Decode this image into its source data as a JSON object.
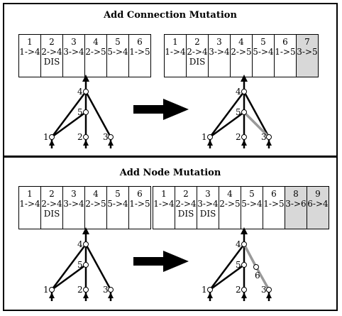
{
  "panels": [
    {
      "title": "Add Connection Mutation",
      "before_genes": [
        {
          "innov": "1",
          "conn": "1->4",
          "dis": ""
        },
        {
          "innov": "2",
          "conn": "2->4",
          "dis": "DIS"
        },
        {
          "innov": "3",
          "conn": "3->4",
          "dis": ""
        },
        {
          "innov": "4",
          "conn": "2->5",
          "dis": ""
        },
        {
          "innov": "5",
          "conn": "5->4",
          "dis": ""
        },
        {
          "innov": "6",
          "conn": "1->5",
          "dis": ""
        }
      ],
      "after_genes": [
        {
          "innov": "1",
          "conn": "1->4",
          "dis": ""
        },
        {
          "innov": "2",
          "conn": "2->4",
          "dis": "DIS"
        },
        {
          "innov": "3",
          "conn": "3->4",
          "dis": ""
        },
        {
          "innov": "4",
          "conn": "2->5",
          "dis": ""
        },
        {
          "innov": "5",
          "conn": "5->4",
          "dis": ""
        },
        {
          "innov": "6",
          "conn": "1->5",
          "dis": ""
        },
        {
          "innov": "7",
          "conn": "3->5",
          "dis": "",
          "new": true
        }
      ]
    },
    {
      "title": "Add Node Mutation",
      "before_genes": [
        {
          "innov": "1",
          "conn": "1->4",
          "dis": ""
        },
        {
          "innov": "2",
          "conn": "2->4",
          "dis": "DIS"
        },
        {
          "innov": "3",
          "conn": "3->4",
          "dis": ""
        },
        {
          "innov": "4",
          "conn": "2->5",
          "dis": ""
        },
        {
          "innov": "5",
          "conn": "5->4",
          "dis": ""
        },
        {
          "innov": "6",
          "conn": "1->5",
          "dis": ""
        }
      ],
      "after_genes": [
        {
          "innov": "1",
          "conn": "1->4",
          "dis": ""
        },
        {
          "innov": "2",
          "conn": "2->4",
          "dis": "DIS"
        },
        {
          "innov": "3",
          "conn": "3->4",
          "dis": "DIS"
        },
        {
          "innov": "4",
          "conn": "2->5",
          "dis": ""
        },
        {
          "innov": "5",
          "conn": "5->4",
          "dis": ""
        },
        {
          "innov": "6",
          "conn": "1->5",
          "dis": ""
        },
        {
          "innov": "8",
          "conn": "3->6",
          "dis": "",
          "new": true
        },
        {
          "innov": "9",
          "conn": "6->4",
          "dis": "",
          "new": true
        }
      ]
    }
  ],
  "node_labels": {
    "n1": "1",
    "n2": "2",
    "n3": "3",
    "n4": "4",
    "n5": "5",
    "n6": "6"
  },
  "colors": {
    "new_gene_fill": "#d8d8d8",
    "new_edge": "#999999",
    "edge": "#000000"
  }
}
